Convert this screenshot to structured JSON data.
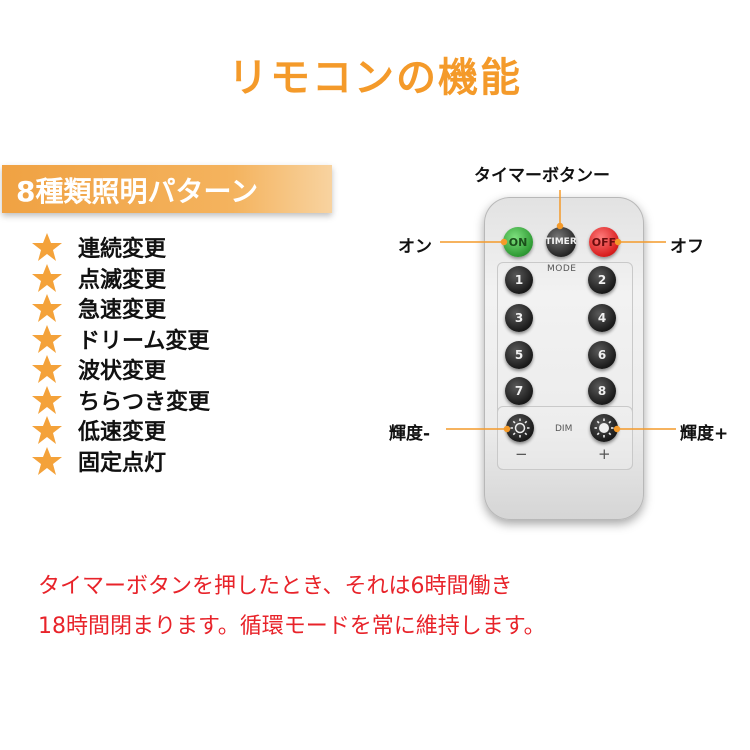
{
  "title": "リモコンの機能",
  "pattern_banner": "8種類照明パターン",
  "modes": [
    "連続変更",
    "点滅変更",
    "急速変更",
    "ドリーム変更",
    "波状変更",
    "ちらつき変更",
    "低速変更",
    "固定点灯"
  ],
  "remote": {
    "on_label": "ON",
    "timer_label": "TIMER",
    "off_label": "OFF",
    "mode_caption": "MODE",
    "dim_caption": "DIM",
    "minus": "−",
    "plus": "+",
    "numbers": [
      "1",
      "2",
      "3",
      "4",
      "5",
      "6",
      "7",
      "8"
    ]
  },
  "callouts": {
    "timer": "タイマーボタンー",
    "on": "オン",
    "off": "オフ",
    "bright_down": "輝度-",
    "bright_up": "輝度+"
  },
  "note": {
    "line1": "タイマーボタンを押したとき、それは6時間働き",
    "line2": "18時間閉まります。循環モードを常に維持します。"
  },
  "colors": {
    "title": "#f49a2a",
    "banner": "#f0a243",
    "star": "#f4a23a",
    "note": "#e8232a",
    "on": "#2e9a33",
    "off": "#d81e1e",
    "callout_line": "#f49a2a"
  }
}
